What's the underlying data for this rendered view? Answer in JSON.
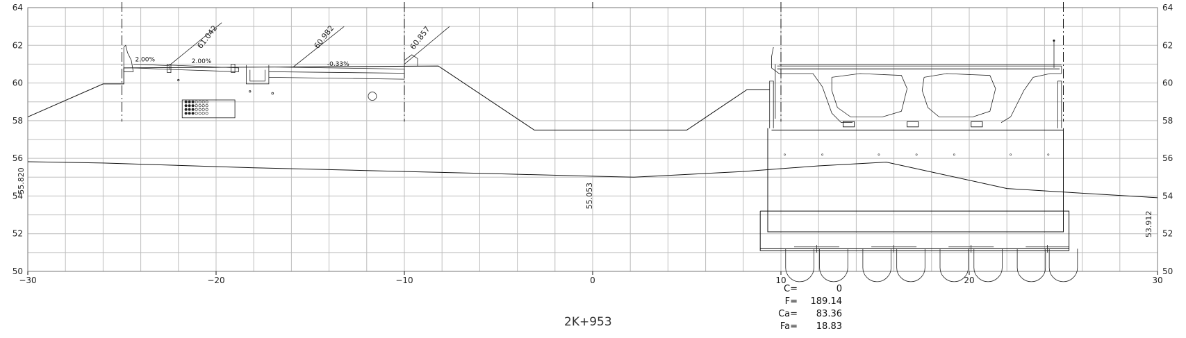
{
  "title": "2K+953",
  "chart_data": {
    "type": "line",
    "xlim": [
      -30,
      30
    ],
    "ylim": [
      50,
      64
    ],
    "x_ticks": [
      -30,
      -20,
      -10,
      0,
      10,
      20,
      30
    ],
    "x_tick_labels": [
      "−30",
      "−20",
      "−10",
      "0",
      "10",
      "20",
      "30"
    ],
    "y_ticks": [
      50,
      52,
      54,
      56,
      58,
      60,
      62,
      64
    ],
    "grid": true,
    "series": [
      {
        "values": [
          [
            -30,
            55.82
          ],
          [
            -26,
            55.75
          ],
          [
            -18,
            55.5
          ],
          [
            -10,
            55.3
          ],
          [
            -5,
            55.18
          ],
          [
            0,
            55.05
          ],
          [
            2.2,
            55.0
          ],
          [
            8,
            55.3
          ],
          [
            12,
            55.6
          ],
          [
            15.6,
            55.8
          ],
          [
            22,
            54.4
          ],
          [
            26,
            54.15
          ],
          [
            30,
            53.91
          ]
        ]
      },
      {
        "values": [
          [
            -30,
            58.2
          ],
          [
            -26,
            59.95
          ],
          [
            -24.9,
            59.95
          ],
          [
            -24.9,
            60.8
          ],
          [
            -8.2,
            60.9
          ],
          [
            -3.1,
            57.5
          ],
          [
            5,
            57.5
          ],
          [
            8.2,
            59.65
          ],
          [
            9.4,
            59.65
          ]
        ]
      }
    ],
    "elevation_labels": [
      {
        "x": -30,
        "text": "55.820"
      },
      {
        "x": 0,
        "text": "55.053"
      },
      {
        "x": 30,
        "text": "53.912"
      }
    ],
    "slope_labels": [
      "2.00%",
      "2.00%",
      "-0.33%"
    ],
    "design_elevations": [
      "61.042",
      "60.982",
      "60.857"
    ],
    "quantities": [
      {
        "label": "C=",
        "value": "0"
      },
      {
        "label": "F=",
        "value": "189.14"
      },
      {
        "label": "Ca=",
        "value": "83.36"
      },
      {
        "label": "Fa=",
        "value": "18.83"
      }
    ]
  }
}
